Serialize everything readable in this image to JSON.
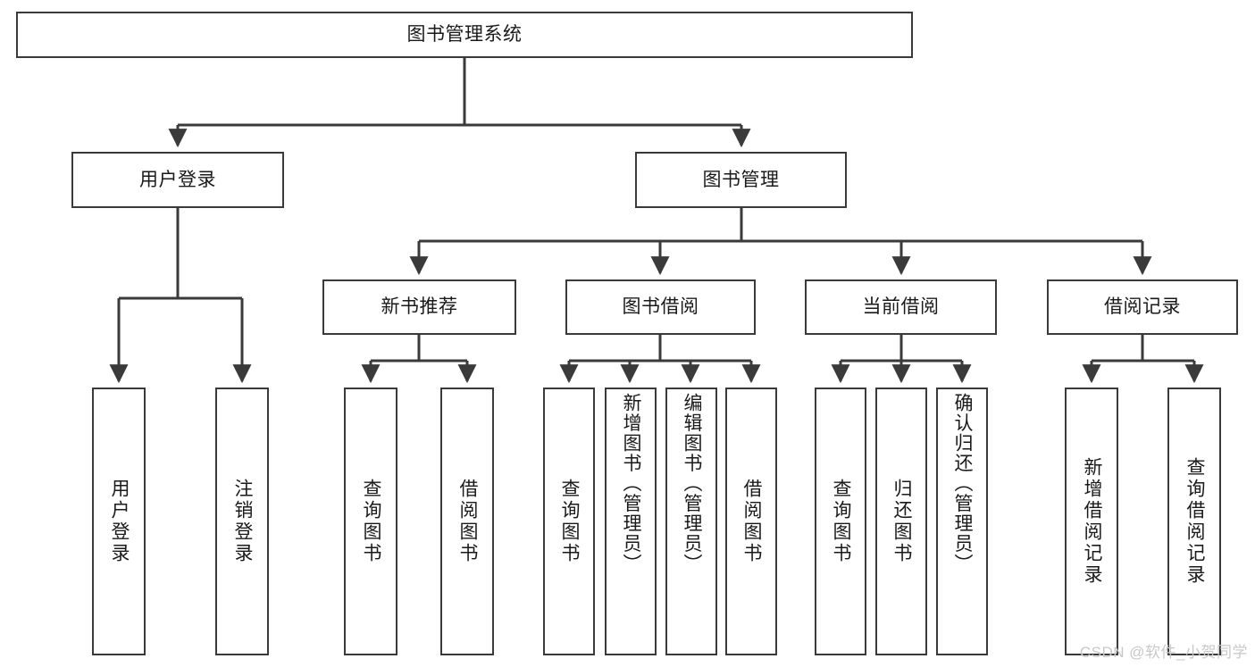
{
  "diagram": {
    "type": "tree",
    "title": "图书管理系统",
    "watermark": "CSDN @软件_小贺同学",
    "colors": {
      "background": "#ffffff",
      "border": "#3a3a3a",
      "text": "#1a1a1a",
      "connector": "#3a3a3a",
      "watermark": "#c8c8c8"
    },
    "nodes": {
      "root": "图书管理系统",
      "level2": [
        {
          "label": "用户登录"
        },
        {
          "label": "图书管理"
        }
      ],
      "level3": [
        {
          "label": "新书推荐"
        },
        {
          "label": "图书借阅"
        },
        {
          "label": "当前借阅"
        },
        {
          "label": "借阅记录"
        }
      ],
      "leaves_user_login": [
        {
          "label": "用户登录"
        },
        {
          "label": "注销登录"
        }
      ],
      "leaves_new_book": [
        {
          "label": "查询图书"
        },
        {
          "label": "借阅图书"
        }
      ],
      "leaves_borrow": [
        {
          "label": "查询图书"
        },
        {
          "label": "新增图书（管理员）"
        },
        {
          "label": "编辑图书（管理员）"
        },
        {
          "label": "借阅图书"
        }
      ],
      "leaves_current": [
        {
          "label": "查询图书"
        },
        {
          "label": "归还图书"
        },
        {
          "label": "确认归还（管理员）"
        }
      ],
      "leaves_records": [
        {
          "label": "新增借阅记录"
        },
        {
          "label": "查询借阅记录"
        }
      ]
    }
  }
}
